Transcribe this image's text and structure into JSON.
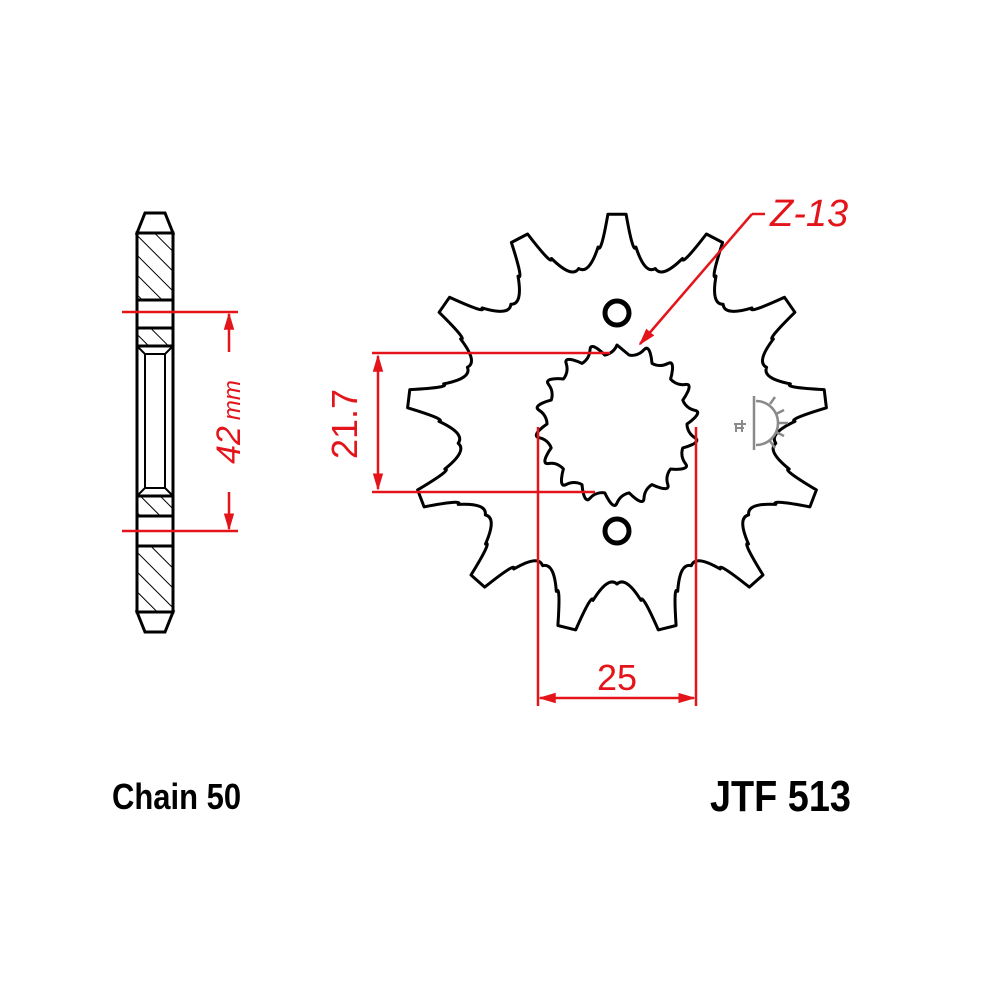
{
  "diagram": {
    "type": "front sprocket technical drawing",
    "colors": {
      "outline": "#000000",
      "dimension": "#e4141b",
      "symbol": "#8a8a8a",
      "background": "#ffffff"
    },
    "sprocket": {
      "teeth": 13,
      "tooth_label": "Z-13",
      "spline_count": 18,
      "mounting_holes": 2
    },
    "dimensions": {
      "offset": {
        "value": "42",
        "unit": "mm"
      },
      "spline_major": {
        "value": "21.7"
      },
      "width_across": {
        "value": "25"
      }
    },
    "footer": {
      "chain": "Chain 50",
      "part_number": "JTF 513"
    },
    "icons": [
      "sun-rotation-symbol-icon"
    ]
  }
}
